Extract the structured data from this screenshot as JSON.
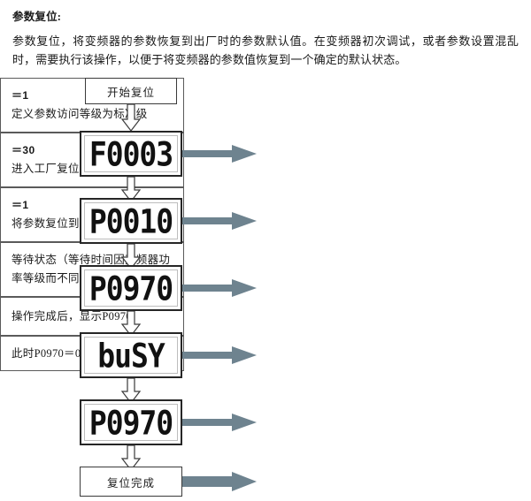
{
  "document": {
    "title": "参数复位:",
    "paragraph": "参数复位，将变频器的参数恢复到出厂时的参数默认值。在变频器初次调试，或者参数设置混乱时，需要执行该操作，以便于将变频器的参数值恢复到一个确定的默认状态。"
  },
  "colors": {
    "arrow_fill": "#6e838f",
    "arrow_outline": "#3a3a3a",
    "box_border": "#3a3a3a",
    "led_border": "#262626",
    "text": "#1a1a1a",
    "page_background": "#ffffff"
  },
  "flowchart": {
    "type": "flowchart",
    "orientation": "vertical",
    "start_node": {
      "label": "开始复位",
      "kind": "plain-box"
    },
    "end_node": {
      "label": "复位完成",
      "kind": "plain-box"
    },
    "steps": [
      {
        "display": "F0003",
        "kind": "led-display",
        "note_value": "＝1",
        "note_text": "定义参数访问等级为标准级"
      },
      {
        "display": "P0010",
        "kind": "led-display",
        "note_value": "＝30",
        "note_text": "进入工厂复位准备状态"
      },
      {
        "display": "P0970",
        "kind": "led-display",
        "note_value": "＝1",
        "note_text": "将参数复位到出厂设定值"
      },
      {
        "display": "buSY",
        "kind": "led-display",
        "note_value": "",
        "note_text": "等待状态（等待时间因变频器功率等级而不同）"
      },
      {
        "display": "P0970",
        "kind": "led-display",
        "note_value": "",
        "note_text": "操作完成后，显示P0970"
      }
    ],
    "end_note": {
      "note_value": "",
      "note_text": "此时P0970＝0，P0010＝0"
    },
    "arrows": {
      "vertical_style": "hollow-block-arrow-down",
      "horizontal_style": "solid-block-arrow-right"
    }
  }
}
